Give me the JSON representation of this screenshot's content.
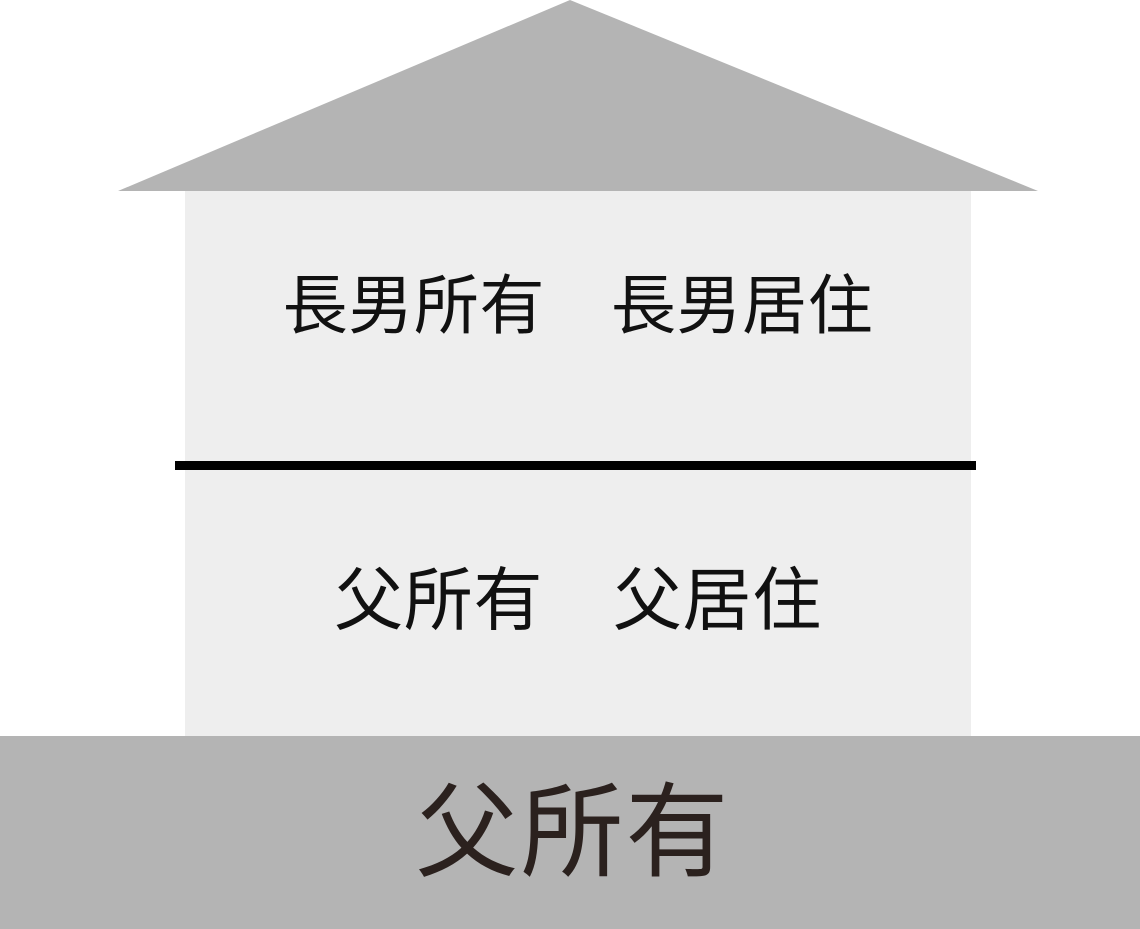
{
  "diagram": {
    "type": "house-ownership-occupancy-diagram",
    "colors": {
      "roof": "#b4b4b4",
      "wall": "#eeeeee",
      "ground_band": "#b4b4b4",
      "divider_line": "#000000",
      "floor_text": "#111111",
      "ground_text": "#2b211e",
      "background": "#ffffff"
    }
  },
  "roof": {
    "label": "roof-triangle"
  },
  "floors": [
    {
      "id": "upper-floor",
      "text": "長男所有　長男居住",
      "owner": "長男",
      "resident": "長男"
    },
    {
      "id": "lower-floor",
      "text": "父所有　父居住",
      "owner": "父",
      "resident": "父"
    }
  ],
  "ground": {
    "text": "父所有",
    "owner": "父"
  }
}
